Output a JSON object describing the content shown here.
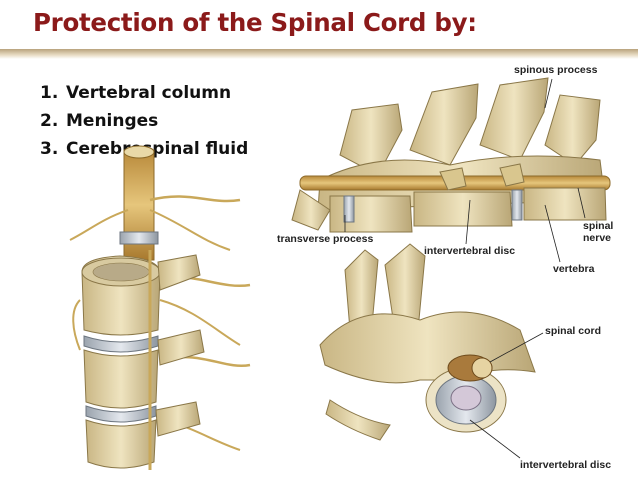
{
  "slide": {
    "title": "Protection of the Spinal Cord by:",
    "items": [
      {
        "number": "1.",
        "text": "Vertebral column"
      },
      {
        "number": "2.",
        "text": "Meninges"
      },
      {
        "number": "3.",
        "text": "Cerebrospinal fluid"
      }
    ]
  },
  "labels": {
    "spinous_process": "spinous process",
    "transverse_process": "transverse process",
    "intervertebral_disc_top": "intervertebral disc",
    "spinal_nerve_line1": "spinal",
    "spinal_nerve_line2": "nerve",
    "vertebra": "vertebra",
    "spinal_cord": "spinal cord",
    "intervertebral_disc_bottom": "intervertebral disc"
  },
  "colors": {
    "title": "#8B1A1A",
    "bone": "#e8dcb0",
    "bone_shadow": "#b9a676",
    "nerve": "#d9b864",
    "disc": "#c8cfd8"
  }
}
